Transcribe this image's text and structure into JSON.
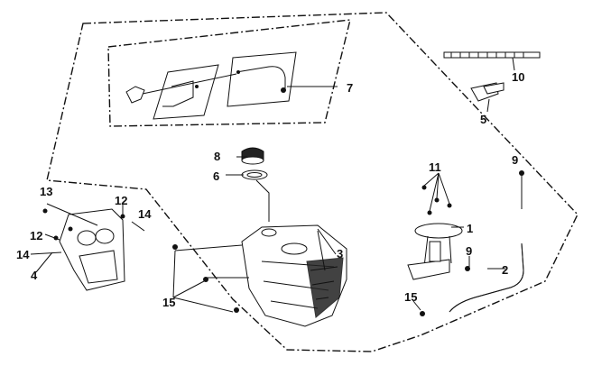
{
  "callouts": {
    "c1": "1",
    "c2": "2",
    "c3": "3",
    "c4": "4",
    "c5": "5",
    "c6": "6",
    "c7": "7",
    "c8": "8",
    "c9a": "9",
    "c9b": "9",
    "c10": "10",
    "c11": "11",
    "c12a": "12",
    "c12b": "12",
    "c13": "13",
    "c14a": "14",
    "c14b": "14",
    "c15a": "15",
    "c15b": "15"
  },
  "colors": {
    "ink": "#111111",
    "background": "#ffffff"
  }
}
